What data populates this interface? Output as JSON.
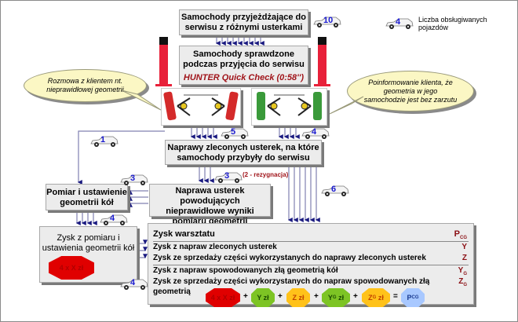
{
  "legend": {
    "label": "Liczba obsługiwanych pojazdów",
    "car_number": "4"
  },
  "boxes": {
    "arriving": "Samochody przyjeżdżające do serwisu z różnymi usterkami",
    "checked_line1": "Samochody sprawdzone podczas przyjęcia do serwisu",
    "checked_hunter": "HUNTER Quick Check (0:58'')",
    "repairs_ordered": "Naprawy zleconych usterek, na które samochody przybyły do serwisu",
    "repair_faults": "Naprawa usterek powodujących nieprawidłowe wyniki pomiaru geometrii",
    "alignment": "Pomiar i ustawienie geometrii kół",
    "alignment_profit": "Zysk z pomiaru i ustawienia geometrii kół",
    "alignment_profit_badge": "4 x X zł"
  },
  "bubbles": {
    "left": "Rozmowa z klientem nt. nieprawidłowej geometrii",
    "right": "Poinformowanie klienta, że geometria w jego samochodzie jest bez zarzutu"
  },
  "cars": {
    "arriving": "10",
    "bad_geometry": "5",
    "good_geometry": "4",
    "to_alignment_direct": "1",
    "to_alignment": "3",
    "to_repair_faults": "3",
    "after_alignment": "4",
    "from_repairs": "6",
    "to_profit": "4"
  },
  "rezygnacja": "(2 - rezygnacja)",
  "profit": {
    "title": "Zysk warsztatu",
    "title_sym": "P",
    "title_sub": "CG",
    "rows": [
      {
        "label": "Zysk z napraw zleconych usterek",
        "sym": "Y",
        "sub": ""
      },
      {
        "label": "Zysk ze sprzedaży części wykorzystanych do naprawy zleconych usterek",
        "sym": "Z",
        "sub": ""
      },
      {
        "label": "Zysk z napraw spowodowanych złą geometrią kół",
        "sym": "Y",
        "sub": "G"
      },
      {
        "label": "Zysk ze sprzedaży części wykorzystanych do napraw spowodowanych złą geometrią",
        "sym": "Z",
        "sub": "G"
      }
    ],
    "formula": {
      "t1": "4 x X zł",
      "t2": "Y zł",
      "t3": "Z zł",
      "t4": "Y",
      "t4sub": "G",
      "t4suf": " zł",
      "t5": "Z",
      "t5sub": "G",
      "t5suf": " zł",
      "result": "P",
      "result_sub": "CG",
      "plus": "+",
      "eq": "="
    },
    "colors": {
      "red": "#e00000",
      "green": "#7dc424",
      "orange": "#ffc21a",
      "blue": "#a8c8ff"
    }
  }
}
